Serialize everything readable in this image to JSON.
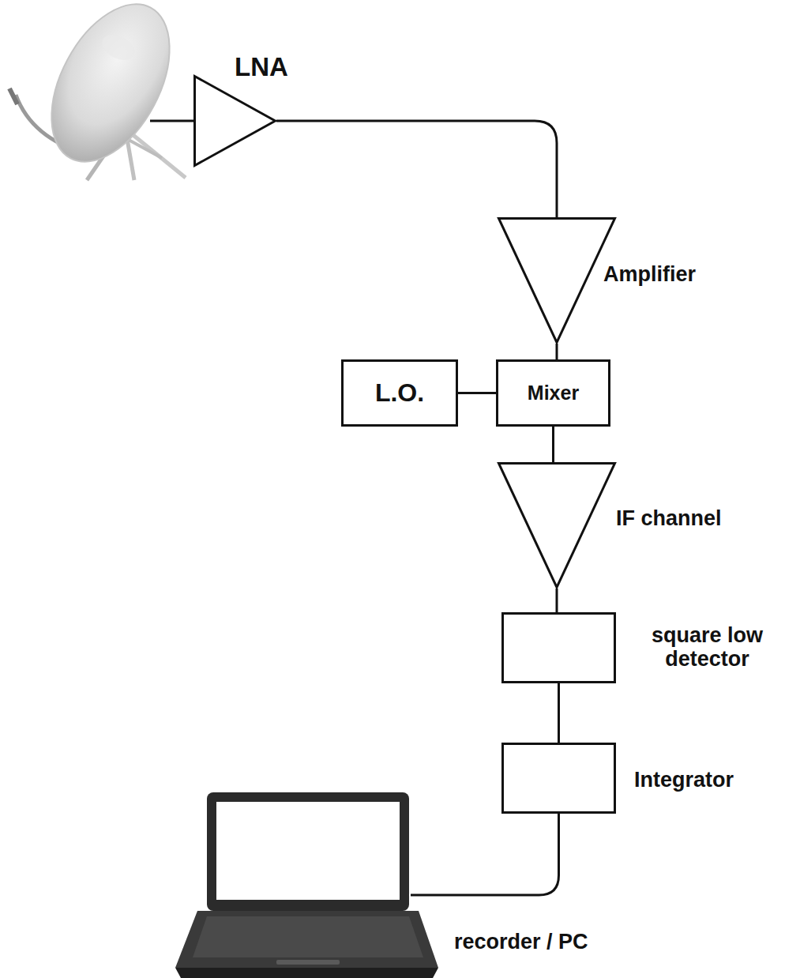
{
  "diagram": {
    "nodes": [
      {
        "text": [
          "LNA"
        ]
      },
      {
        "text": [
          "Amplifier"
        ]
      },
      {
        "text": [
          "L.O."
        ]
      },
      {
        "text": [
          "Mixer"
        ]
      },
      {
        "text": [
          "IF channel"
        ]
      },
      {
        "text": [
          "square low detector"
        ]
      },
      {
        "text": [
          "Integrator"
        ]
      },
      {
        "text": [
          "recorder / PC"
        ]
      }
    ],
    "edges": [
      {
        "from": 0,
        "to": 1,
        "arrow": "none"
      },
      {
        "from": 1,
        "to": 3,
        "arrow": "none"
      },
      {
        "from": 2,
        "to": 3,
        "arrow": "none"
      },
      {
        "from": 3,
        "to": 4,
        "arrow": "none"
      },
      {
        "from": 4,
        "to": 5,
        "arrow": "none"
      },
      {
        "from": 5,
        "to": 6,
        "arrow": "none"
      },
      {
        "from": 6,
        "to": 7,
        "arrow": "none"
      }
    ]
  }
}
